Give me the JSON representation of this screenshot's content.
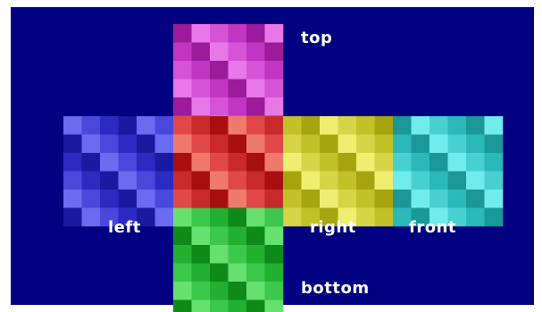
{
  "colors": {
    "background": "#ffffff",
    "panel": "#000080"
  },
  "faces": [
    {
      "id": "top",
      "label": "top",
      "palette": [
        "#9b1b9b",
        "#c234c2",
        "#d653d6",
        "#e877e8"
      ]
    },
    {
      "id": "left",
      "label": "left",
      "palette": [
        "#1a1aa0",
        "#2b2bc4",
        "#4848dc",
        "#6b6bf0"
      ]
    },
    {
      "id": "middle",
      "label": "",
      "palette": [
        "#a80f0f",
        "#c82a2a",
        "#e04848",
        "#f07a6a"
      ]
    },
    {
      "id": "right",
      "label": "right",
      "palette": [
        "#a8a410",
        "#c4c028",
        "#d8d448",
        "#f0ee70"
      ]
    },
    {
      "id": "front",
      "label": "front",
      "palette": [
        "#1a9898",
        "#2ab8b8",
        "#48d0d0",
        "#70ecec"
      ]
    },
    {
      "id": "bottom",
      "label": "bottom",
      "palette": [
        "#0e8a1a",
        "#22b030",
        "#3cc84a",
        "#66e070"
      ]
    }
  ]
}
